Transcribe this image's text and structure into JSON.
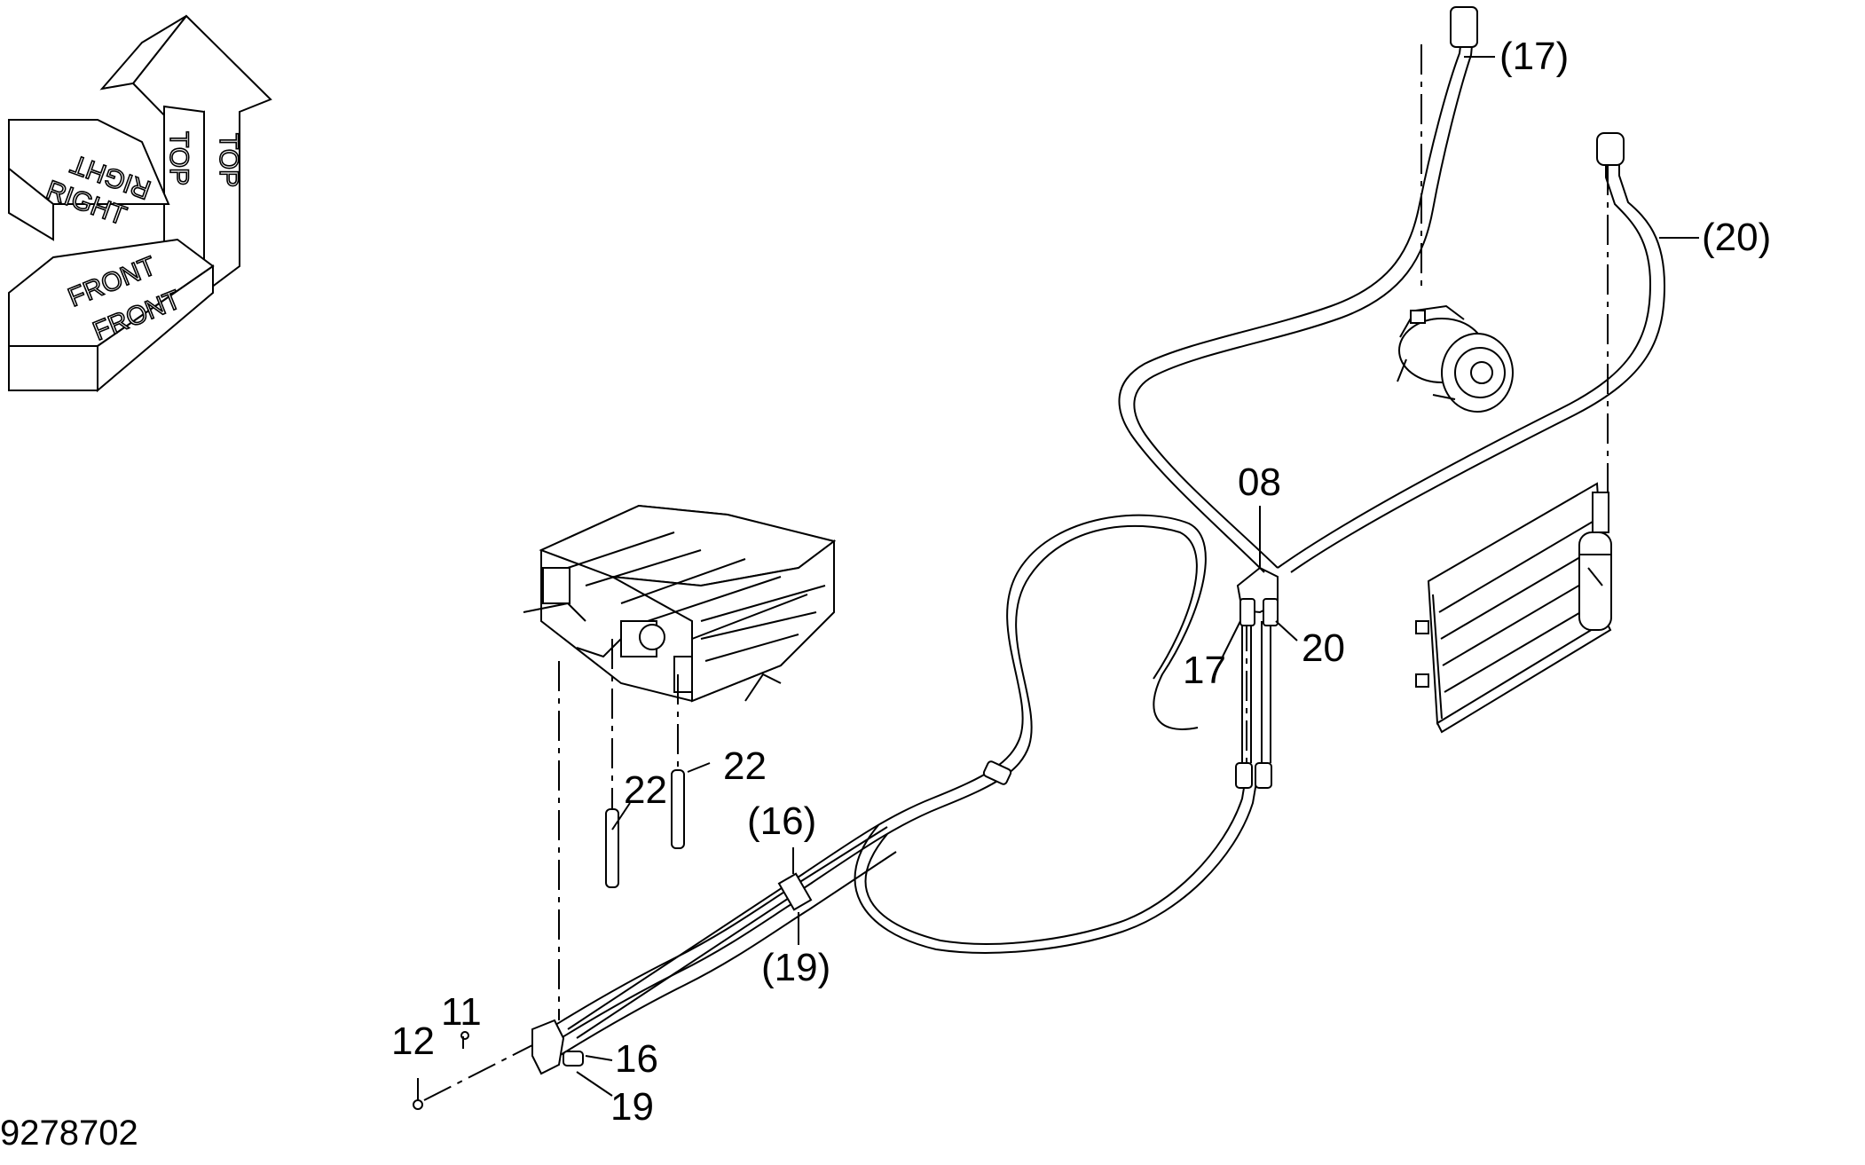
{
  "orientation_symbol": {
    "labels": [
      "TOP",
      "TOP",
      "RIGHT",
      "RIGHT",
      "FRONT",
      "FRONT"
    ]
  },
  "callouts": {
    "c17_paren": "(17)",
    "c20_paren": "(20)",
    "c08": "08",
    "c17": "17",
    "c20": "20",
    "c22_a": "22",
    "c22_b": "22",
    "c16_paren": "(16)",
    "c19_paren": "(19)",
    "c11": "11",
    "c12": "12",
    "c16": "16",
    "c19": "19"
  },
  "drawing_number": "9278702"
}
